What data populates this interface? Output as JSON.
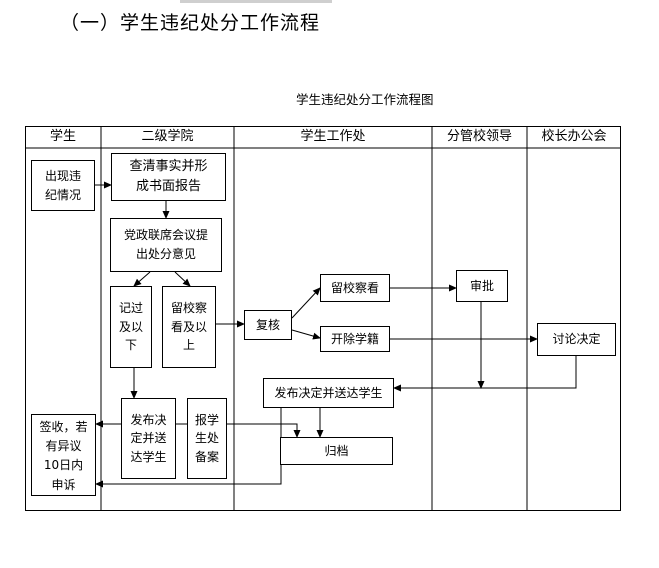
{
  "heading": "（一）学生违纪处分工作流程",
  "flowchart": {
    "title": "学生违纪处分工作流程图",
    "columns": [
      "学生",
      "二级学院",
      "学生工作处",
      "分管校领导",
      "校长办公会"
    ],
    "nodes": {
      "report_violation": "出现违\n纪情况",
      "investigate": "查清事实并形\n成书面报告",
      "joint_meeting": "党政联席会议提\n出处分意见",
      "demerit": "记过\n及以\n下",
      "probation": "留校察\n看及以\n上",
      "review": "复核",
      "keep_probation": "留校察看",
      "expel": "开除学籍",
      "approve": "审批",
      "discuss_decide": "讨论决定",
      "issue_to_student": "发布决定并送达学生",
      "issue_deliver": "发布决\n定并送\n达学生",
      "report_office": "报学\n生处\n备案",
      "archive": "归档",
      "sign_appeal": "签收，若\n有异议\n10日内\n申诉"
    }
  }
}
